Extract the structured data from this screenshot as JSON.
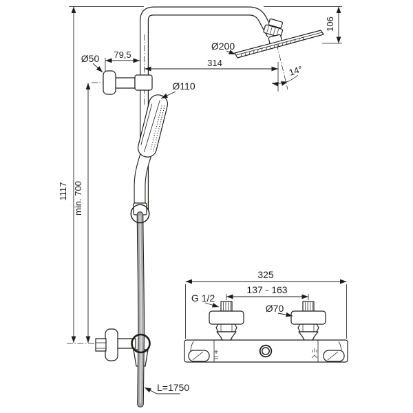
{
  "column": {
    "dim_total_height": "1117",
    "dim_min_height": "min. 700",
    "label_wall_bracket_diameter": "Ø50",
    "dim_bracket_to_pipe": "79,5",
    "label_hand_shower_diameter": "Ø110",
    "label_head_diameter": "Ø200",
    "dim_head_drop": "106",
    "dim_head_reach": "314",
    "dim_head_angle": "14°",
    "label_hose_length": "L=1750"
  },
  "mixer": {
    "dim_overall_width": "325",
    "dim_inlet_spacing": "137 - 163",
    "label_inlet_thread": "G 1/2",
    "label_escutcheon_diameter": "Ø70"
  },
  "colors": {
    "line": "#1d1d1b",
    "hose": "#a6a6a6",
    "background": "#ffffff"
  }
}
